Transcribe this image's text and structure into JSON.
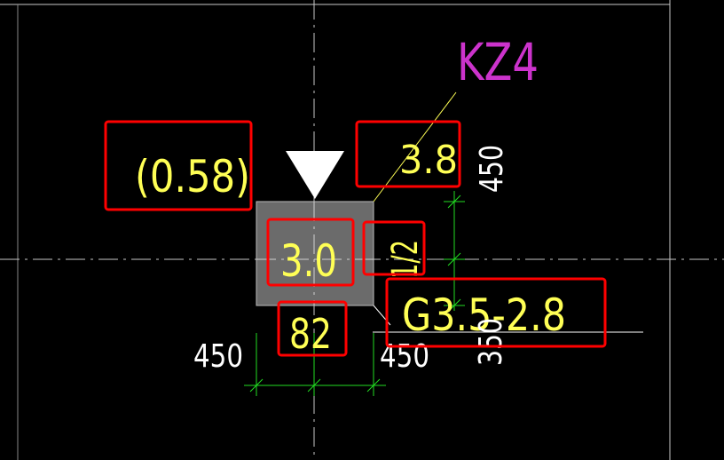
{
  "drawing": {
    "column_label": "KZ4",
    "ratio_left": "(0.58)",
    "ratio_top_right": "3.8",
    "center_value": "3.0",
    "side_value": "1/2",
    "bottom_value": "82",
    "formula": "G3.5-2.8",
    "dim_top_right": "450",
    "dim_bottom_left": "450",
    "dim_bottom_right": "450",
    "dim_right_lower": "350"
  },
  "colors": {
    "background": "#000000",
    "column_fill": "#6b6b6b",
    "yellow_text": "#ffff55",
    "white_text": "#ffffff",
    "magenta_text": "#cc33cc",
    "dimension_green": "#22dd22",
    "highlight_red": "#ff0000",
    "axis_line": "#c8c8c8"
  }
}
